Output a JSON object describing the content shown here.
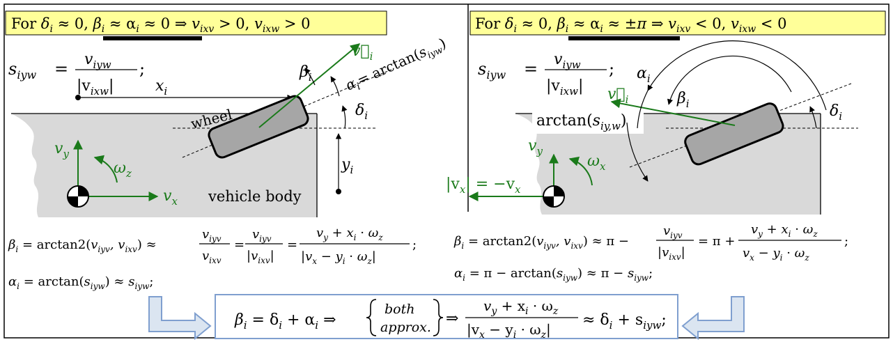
{
  "left_panel": {
    "header": "For δᵢ ≈ 0, βᵢ ≈ αᵢ ≈ 0 ⇒ vᵢₓᵥ > 0, vᵢₓᵥᵥ > 0",
    "header_parts": {
      "prefix": "For ",
      "delta": "δ",
      "i": "i",
      "approx0_a": " ≈ 0, ",
      "beta": "β",
      "alpha_eq": " ≈ α",
      "approx0_b": " ≈ 0 ⇒ ",
      "v": "v",
      "ixv": "ixv",
      "gt0_a": " > 0, ",
      "ixw": "ixw",
      "gt0_b": " > 0"
    },
    "s_def": {
      "lhs": "s",
      "lhs_sub": "iyw",
      "eq": "=",
      "num": "v",
      "num_sub": "iyw",
      "den": "|v",
      "den_sub": "ixw",
      "den_close": "|",
      "tail": ";"
    },
    "labels": {
      "x_i": "x",
      "x_sub": "i",
      "beta": "β",
      "beta_sub": "i",
      "alpha": "α",
      "alpha_sub": "i",
      "alpha_rot": "= arctan(",
      "alpha_rot_s": "s",
      "alpha_rot_sub": "iyw",
      "alpha_rot_close": ")",
      "delta": "δ",
      "delta_sub": "i",
      "wheel": "wheel",
      "y_i": "y",
      "y_sub": "i",
      "vehicle_body": "vehicle body",
      "vec_v": "v⃗",
      "vec_v_sub": "i",
      "v_y": "v",
      "v_y_sub": "y",
      "omega": "ω",
      "omega_sub": "z",
      "v_x": "v",
      "v_x_sub": "x"
    },
    "beta_formula": "βᵢ = arctan2(vᵢᵧᵥ, vᵢₓᵥ) ≈ vᵢᵧᵥ/vᵢₓᵥ = vᵢᵧᵥ/|vᵢₓᵥ| = (vᵧ + xᵢ·ω_z)/|vₓ − yᵢ·ω_z|;",
    "alpha_formula": "αᵢ = arctan(sᵢᵧw) ≈ sᵢᵧw;"
  },
  "right_panel": {
    "header_parts": {
      "prefix": "For ",
      "delta": "δ",
      "i": "i",
      "approx0": " ≈ 0, ",
      "beta": "β",
      "alpha_eq": " ≈ α",
      "approx_pi": " ≈ ",
      "pm_pi": "±π",
      "implies": " ⇒ ",
      "v": "v",
      "ixv": "ixv",
      "lt0_a": " < 0, ",
      "ixw": "ixw",
      "lt0_b": " < 0"
    },
    "s_def": {
      "lhs": "s",
      "lhs_sub": "iyw",
      "eq": "=",
      "num": "v",
      "num_sub": "iyw",
      "den": "|v",
      "den_sub": "ixw",
      "den_close": "|",
      "tail": ";"
    },
    "labels": {
      "alpha": "α",
      "alpha_sub": "i",
      "beta": "β",
      "beta_sub": "i",
      "delta": "δ",
      "delta_sub": "i",
      "vec_v": "v⃗",
      "vec_v_sub": "i",
      "arctan": "arctan(",
      "arctan_s": "s",
      "arctan_sub": "iy,w",
      "arctan_close": ")",
      "v_y": "v",
      "v_y_sub": "y",
      "omega": "ω",
      "omega_sub": "x",
      "abs_vx": "|v",
      "abs_vx_sub": "x",
      "abs_vx_close": "| = −v",
      "abs_vx_sub2": "x"
    },
    "beta_formula": "βᵢ = arctan2(vᵢᵧᵥ, vᵢₓᵥ) ≈ π − vᵢᵧᵥ/|vᵢₓᵥ| = π + (vᵧ + xᵢ·ω_z)/(vₓ − yᵢ·ω_z);",
    "alpha_formula": "αᵢ = π − arctan(sᵢᵧw) ≈ π − sᵢᵧw;"
  },
  "summary": {
    "lhs": "β",
    "lhs_sub": "i",
    "eq": " = δ",
    "eq_sub": "i",
    "plus": " + α",
    "plus_sub": "i",
    "implies": " ⇒",
    "both": "both",
    "approx": "approx.",
    "implies2": "⇒",
    "num": "v",
    "num_sub": "y",
    "num_tail": " + x",
    "num_sub2": "i",
    "num_tail2": " · ω",
    "num_sub3": "z",
    "den": "|v",
    "den_sub": "x",
    "den_tail": " − y",
    "den_sub2": "i",
    "den_tail2": " · ω",
    "den_sub3": "z",
    "den_close": "|",
    "rhs": "≈ δ",
    "rhs_sub": "i",
    "rhs_tail": " + s",
    "rhs_sub2": "iyw",
    "rhs_end": ";"
  },
  "colors": {
    "header_bg": "#ffff99",
    "body_fill": "#d9d9d9",
    "wheel_fill": "#a6a6a6",
    "vector_green": "#1a7a1a",
    "summary_border": "#7f9fcf",
    "arrow_fill": "#dbe5f1",
    "arrow_stroke": "#7f9fcf"
  }
}
